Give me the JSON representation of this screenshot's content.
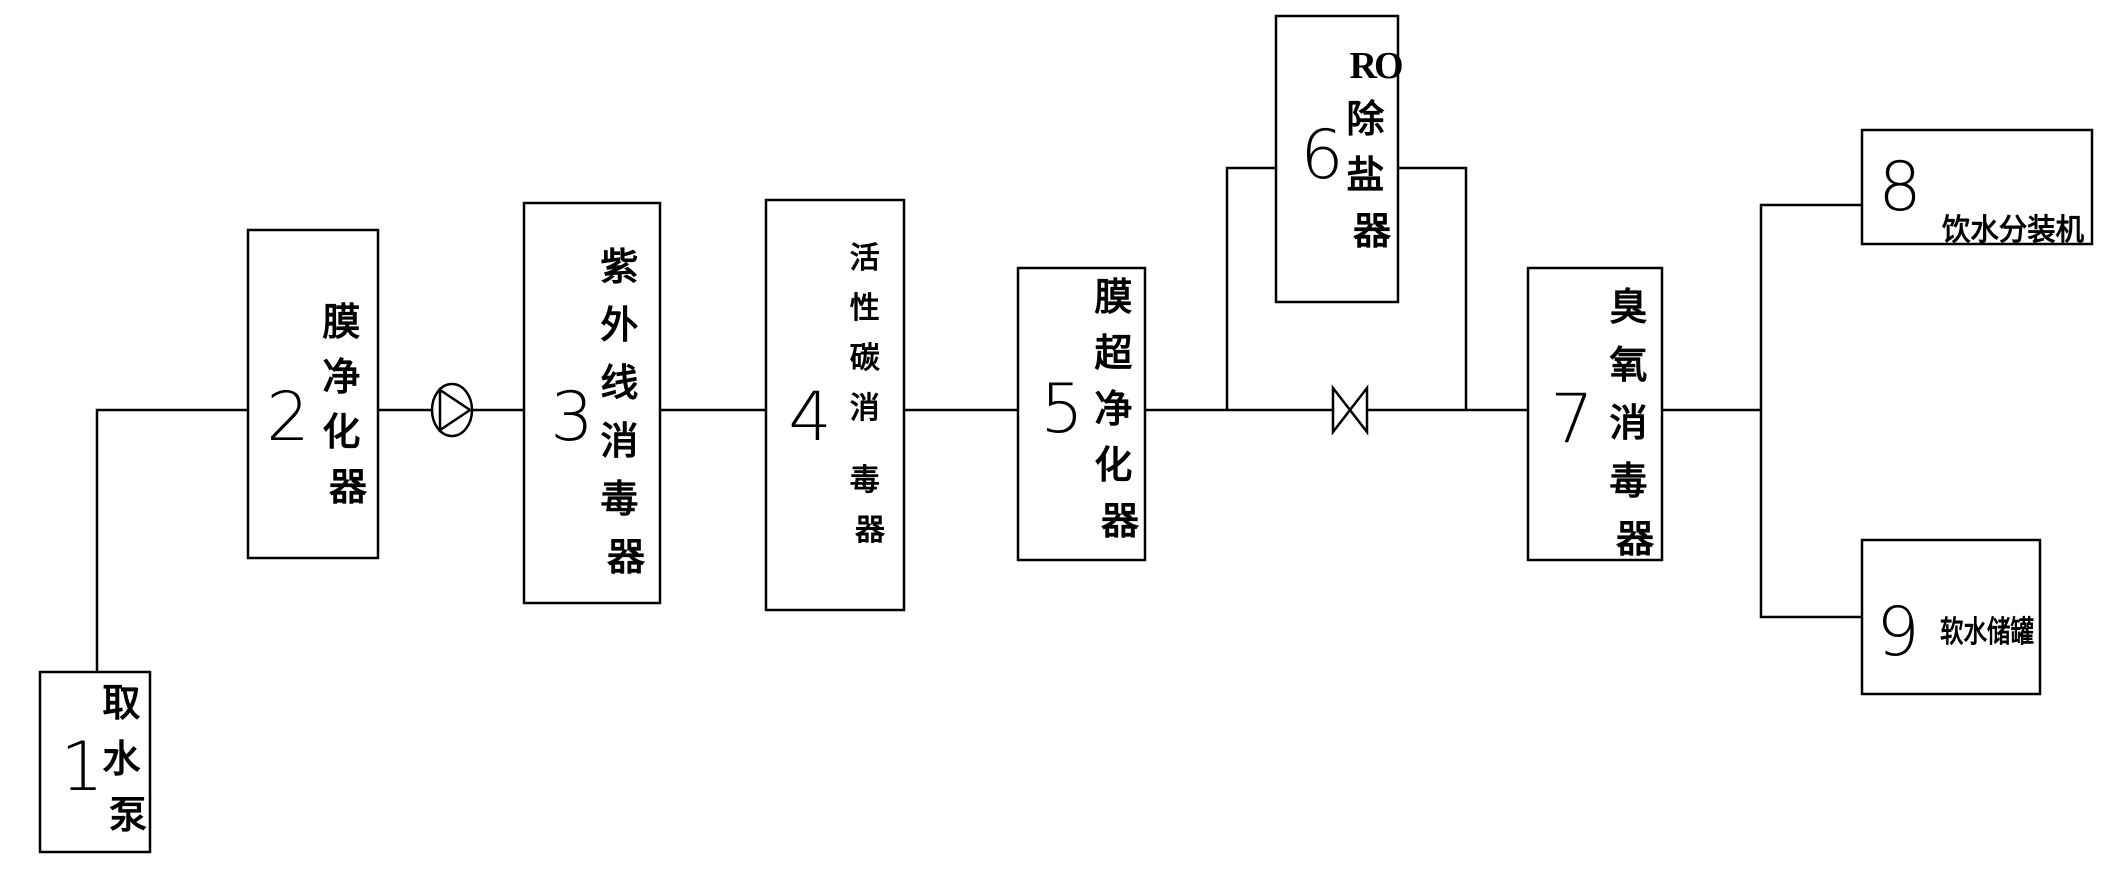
{
  "units": [
    {
      "id": "unit-1",
      "number": "1",
      "label": "取水泵"
    },
    {
      "id": "unit-2",
      "number": "2",
      "label": "膜净化器"
    },
    {
      "id": "unit-3",
      "number": "3",
      "label": "紫外线消毒器"
    },
    {
      "id": "unit-4",
      "number": "4",
      "label": "活性碳消毒器"
    },
    {
      "id": "unit-5",
      "number": "5",
      "label": "膜超净化器"
    },
    {
      "id": "unit-6",
      "number": "6",
      "label_top": "RO",
      "label": "除盐器"
    },
    {
      "id": "unit-7",
      "number": "7",
      "label": "臭氧消毒器"
    },
    {
      "id": "unit-8",
      "number": "8",
      "label": "饮水分装机"
    },
    {
      "id": "unit-9",
      "number": "9",
      "label": "软水储罐"
    }
  ],
  "symbols": {
    "pump": "pump-symbol",
    "valve": "valve-symbol"
  }
}
